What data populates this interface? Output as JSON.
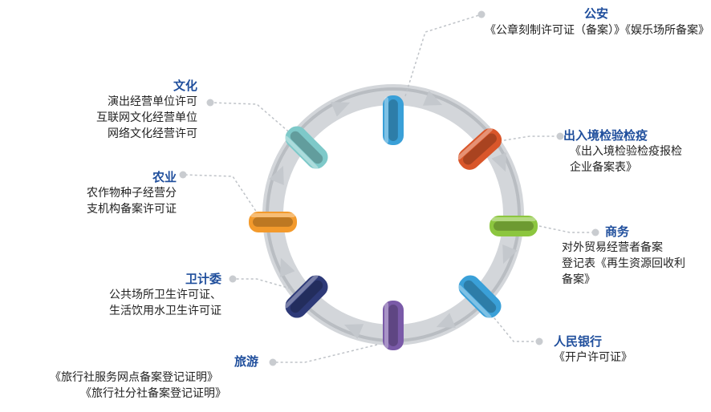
{
  "title_color": "#1f4e9c",
  "nodes": [
    {
      "id": "gongan",
      "title": "公安",
      "desc": [
        "《公章刻制许可证（备案）》《娱乐场所备案》"
      ],
      "ring_color": "#3aa0d8"
    },
    {
      "id": "crjjy",
      "title": "出入境检验检疫",
      "desc": [
        "《出入境检验检疫报检",
        "企业备案表》"
      ],
      "ring_color": "#d9562a"
    },
    {
      "id": "shangwu",
      "title": "商务",
      "desc": [
        "对外贸易经营者备案",
        "登记表《再生资源回收利",
        "备案》"
      ],
      "ring_color": "#8cc63f"
    },
    {
      "id": "rmyh",
      "title": "人民银行",
      "desc": [
        "《开户许可证》"
      ],
      "ring_color": "#3aa0d8"
    },
    {
      "id": "lvyou",
      "title": "旅游",
      "desc": [
        "《旅行社服务网点备案登记证明》",
        "《旅行社分社备案登记证明》"
      ],
      "ring_color": "#7a5aa8"
    },
    {
      "id": "wjw",
      "title": "卫计委",
      "desc": [
        "公共场所卫生许可证、",
        "生活饮用水卫生许可证"
      ],
      "ring_color": "#2e3a78"
    },
    {
      "id": "nongye",
      "title": "农业",
      "desc": [
        "农作物种子经营分",
        "支机构备案许可证"
      ],
      "ring_color": "#f39a2c"
    },
    {
      "id": "wenhua",
      "title": "文化",
      "desc": [
        "演出经营单位许可",
        "互联网文化经营单位",
        "网络文化经营许可"
      ],
      "ring_color": "#7ec9c9"
    }
  ]
}
